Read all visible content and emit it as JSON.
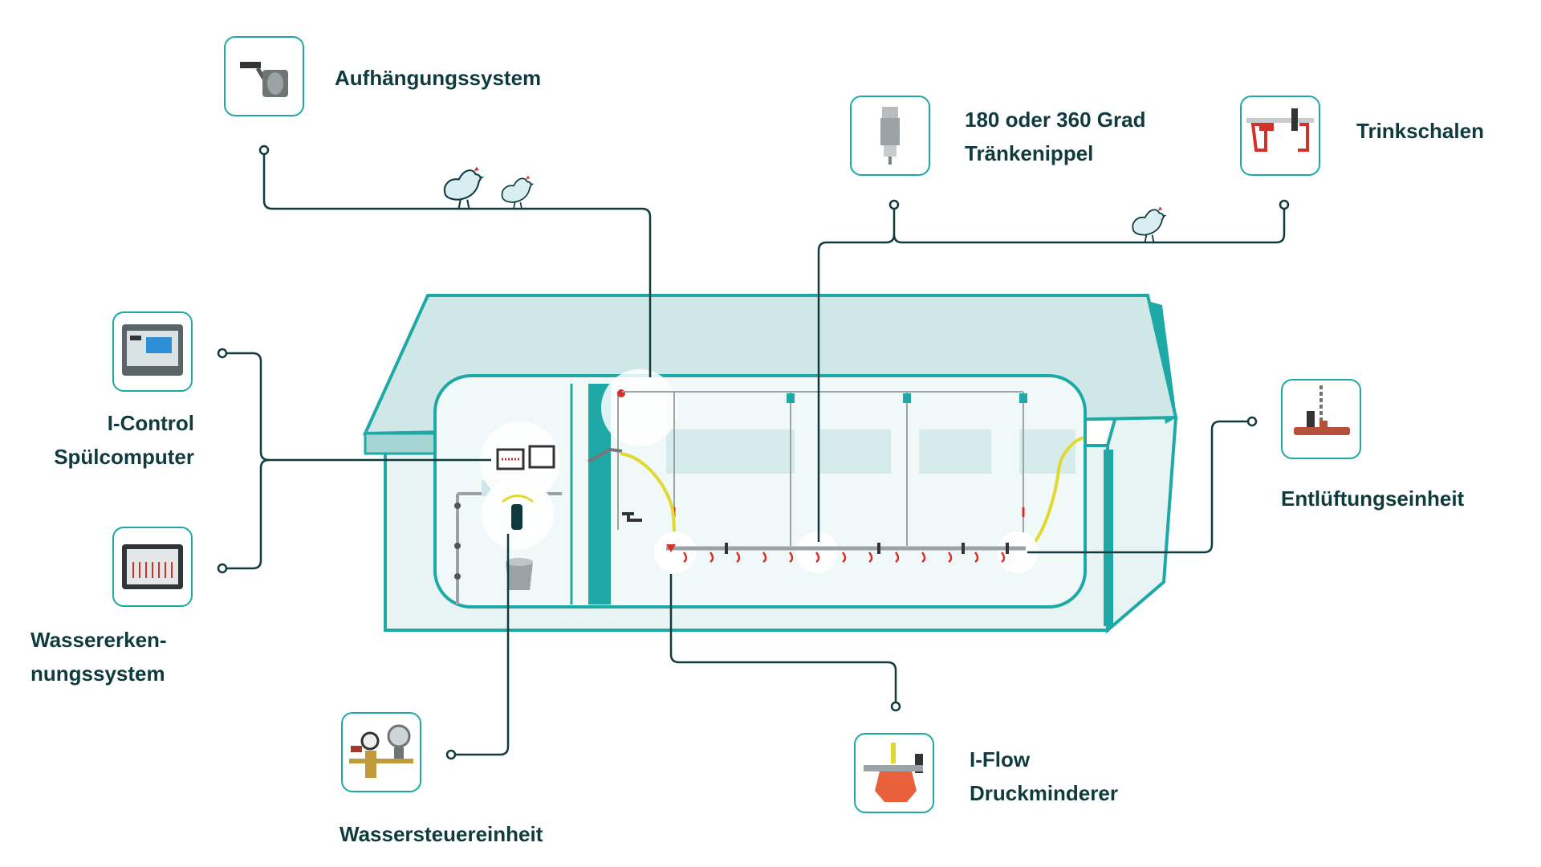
{
  "labels": {
    "aufhaengung": "Aufhängungssystem",
    "nippel_line1": "180 oder 360 Grad",
    "nippel_line2": "Tränkenippel",
    "trinkschalen": "Trinkschalen",
    "icontrol_line1": "I-Control",
    "icontrol_line2": "Spülcomputer",
    "wassererkennung_line1": "Wassererken-",
    "wassererkennung_line2": "nungssystem",
    "entlueftung": "Entlüftungseinheit",
    "wassersteuer": "Wassersteuereinheit",
    "iflow_line1": "I-Flow",
    "iflow_line2": "Druckminderer"
  },
  "icons": {
    "aufhaengung": "winch-icon",
    "nippel": "drinking-nipple-icon",
    "trinkschalen": "drinking-cup-icon",
    "icontrol": "control-computer-icon",
    "wassererkennung": "water-detection-panel-icon",
    "entlueftung": "air-vent-unit-icon",
    "wassersteuer": "water-control-unit-icon",
    "iflow": "pressure-regulator-icon",
    "chicken": "chicken-icon"
  },
  "colors": {
    "accent": "#1ea9a6",
    "line": "#0f3b3f",
    "roof": "#cfe8e7",
    "wall": "#e8f4f4",
    "water_hose": "#e2d832",
    "nipple_red": "#d6302b",
    "text": "#0f3b3f"
  }
}
